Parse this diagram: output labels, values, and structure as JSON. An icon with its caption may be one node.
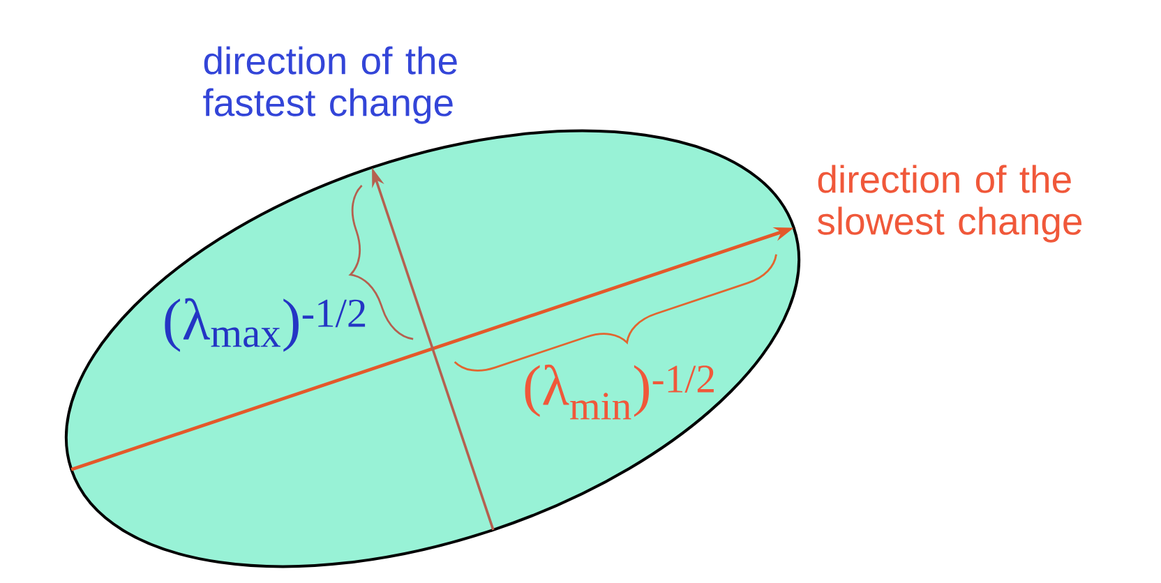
{
  "diagram": {
    "labels": [
      "direction of the fastest change",
      "direction of the slowest change",
      "(λ$_{max}$)$^{-1/2}$",
      "(λ$_{min}$)$^{-1/2}$"
    ]
  }
}
